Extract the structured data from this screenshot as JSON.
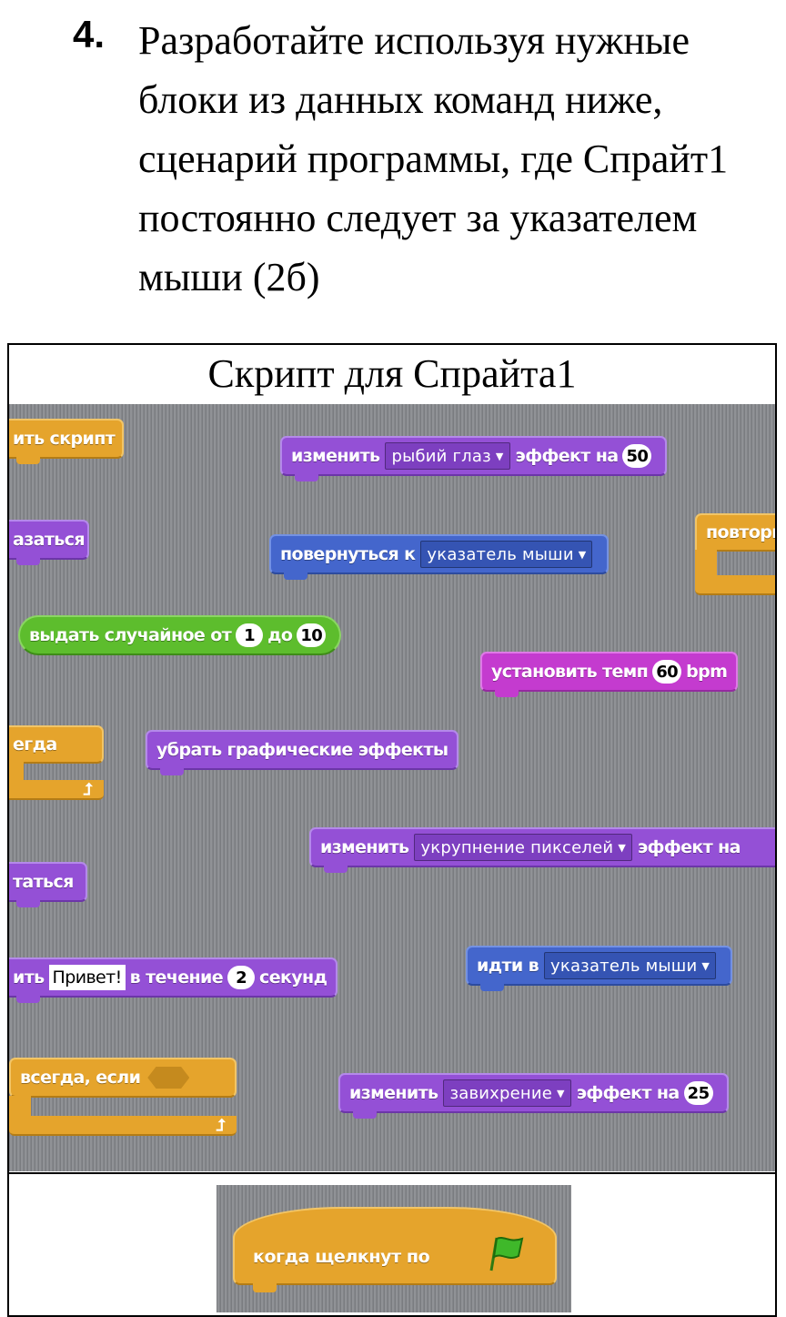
{
  "task": {
    "number": "4.",
    "lines": [
      "Разработайте используя нужные",
      "блоки из данных команд ниже,",
      "сценарий программы,  где Спрайт1",
      "постоянно следует  за указателем",
      "мыши (2б)"
    ]
  },
  "table": {
    "caption": "Скрипт для Спрайта1"
  },
  "blocks": {
    "stop_script": "ить скрипт",
    "change_fisheye": {
      "label": "изменить",
      "dropdown": "рыбий глаз",
      "label2": "эффект на",
      "value": "50"
    },
    "hide_partial": "азаться",
    "point_towards": {
      "label": "повернуться к",
      "dropdown": "указатель мыши"
    },
    "repeat_partial": "повтори",
    "pick_random": {
      "label": "выдать случайное от",
      "from": "1",
      "label2": "до",
      "to": "10"
    },
    "set_tempo": {
      "label": "установить темп",
      "value": "60",
      "unit": "bpm"
    },
    "forever_partial": "егда",
    "clear_effects": "убрать графические эффекты",
    "change_pixelate": {
      "label": "изменить",
      "dropdown": "укрупнение пикселей",
      "label2": "эффект на"
    },
    "show_partial": "таться",
    "say_for": {
      "label": "ить",
      "text": "Привет!",
      "label2": "в течение",
      "value": "2",
      "label3": "секунд"
    },
    "go_to": {
      "label": "идти в",
      "dropdown": "указатель мыши"
    },
    "forever_if": {
      "label": "всегда, если"
    },
    "change_whirl": {
      "label": "изменить",
      "dropdown": "завихрение",
      "label2": "эффект на",
      "value": "25"
    },
    "loop_arrow": "⮥"
  },
  "hat_block": {
    "label": "когда щелкнут по",
    "icon": "green-flag-icon"
  },
  "colors": {
    "looks": "#9450d6",
    "motion": "#4466cc",
    "sound": "#c43bcf",
    "control": "#e5a42c",
    "operators": "#5dbd2d"
  }
}
